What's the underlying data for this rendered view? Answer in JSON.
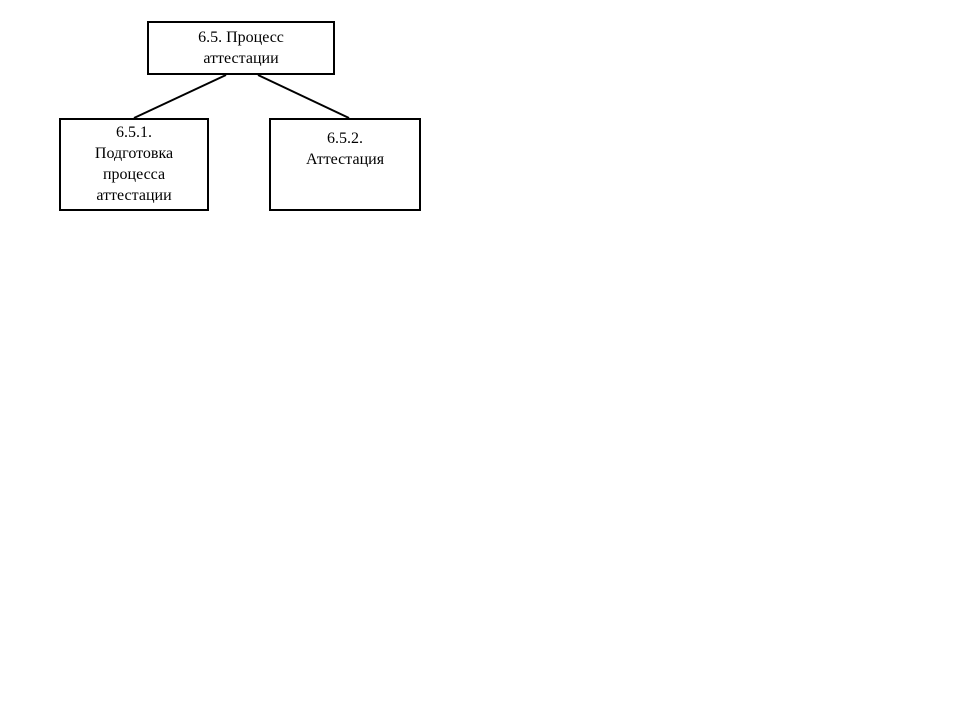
{
  "diagram": {
    "root": {
      "lines": [
        "6.5. Процесс",
        "аттестации"
      ]
    },
    "children": [
      {
        "lines": [
          "6.5.1.",
          "Подготовка",
          "процесса",
          "аттестации"
        ]
      },
      {
        "lines": [
          "6.5.2.",
          "Аттестация"
        ]
      }
    ]
  }
}
